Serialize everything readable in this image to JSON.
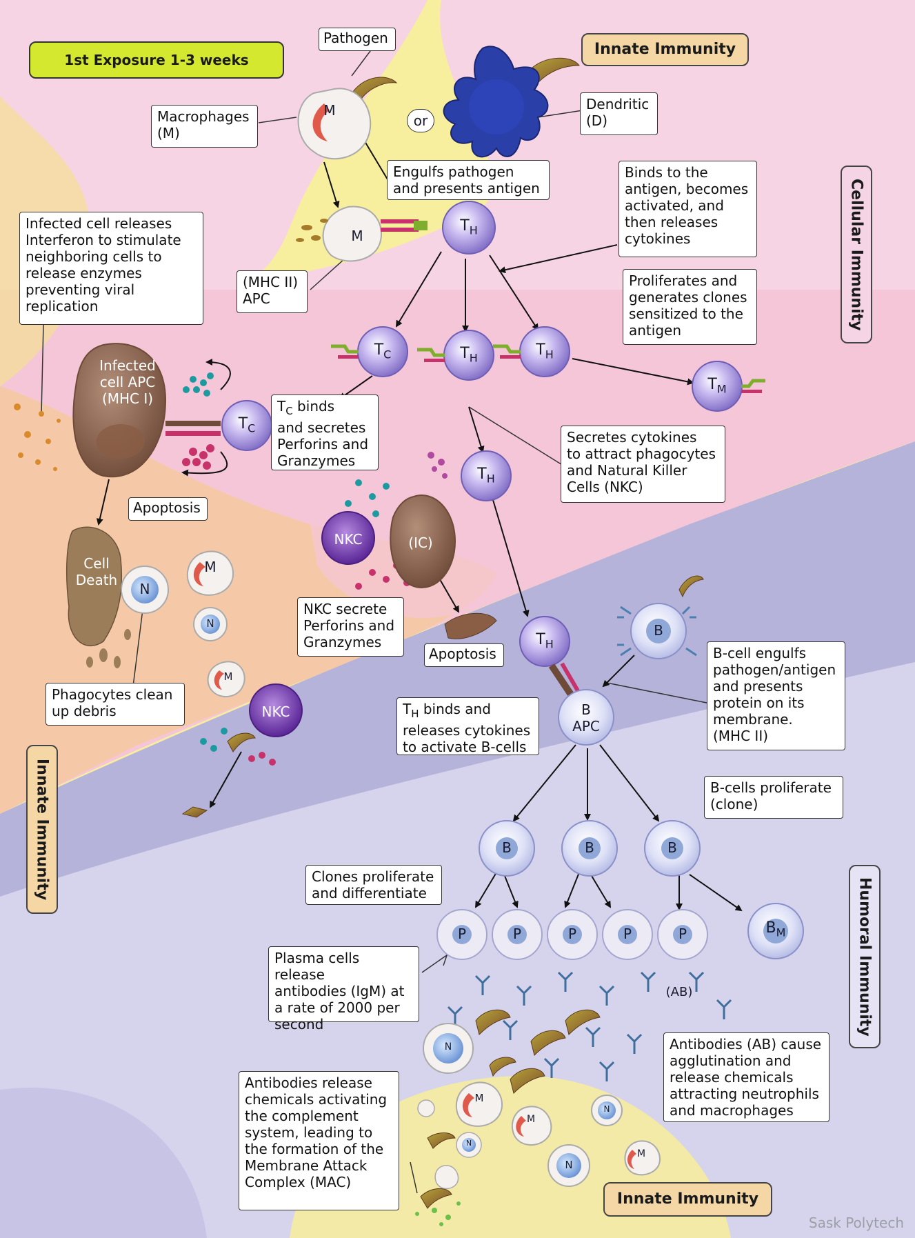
{
  "header": {
    "exposure_label": "1st Exposure 1-3 weeks"
  },
  "section_labels": {
    "innate_top": "Innate Immunity",
    "cellular": "Cellular Immunity",
    "innate_left": "Innate Immunity",
    "humoral": "Humoral Immunity",
    "innate_bottom": "Innate Immunity"
  },
  "callouts": {
    "pathogen": "Pathogen",
    "macrophages": "Macrophages\n(M)",
    "dendritic": "Dendritic\n(D)",
    "engulfs": "Engulfs pathogen\nand presents antigen",
    "mhc2_apc": "(MHC II)\nAPC",
    "interferon": "Infected cell releases\nInterferon to stimulate\nneighboring cells to\nrelease enzymes\npreventing viral\nreplication",
    "binds_antigen": "Binds to the\nantigen, becomes\nactivated, and\nthen releases\ncytokines",
    "proliferates": "Proliferates and\ngenerates clones\nsensitized to the\nantigen",
    "tc_binds_prefix": "T",
    "tc_binds_sub": "C",
    "tc_binds_rest": " binds\nand secretes\nPerforins and\nGranzymes",
    "apoptosis_1": "Apoptosis",
    "secretes_cytokines": "Secretes cytokines\nto attract phagocytes\nand Natural Killer\nCells (NKC)",
    "nkc_secrete": "NKC secrete\nPerforins and\nGranzymes",
    "apoptosis_2": "Apoptosis",
    "phagocytes": "Phagocytes clean\nup debris",
    "th_binds_prefix": "T",
    "th_binds_sub": "H",
    "th_binds_rest": " binds and\nreleases cytokines\nto activate B-cells",
    "bcell_engulfs": "B-cell engulfs\npathogen/antigen\nand presents\nprotein on its\nmembrane.\n(MHC II)",
    "bcells_proliferate": "B-cells proliferate\n(clone)",
    "clones_proliferate": "Clones proliferate\nand differentiate",
    "plasma_cells": "Plasma cells release\nantibodies (IgM) at\na rate of 2000 per\nsecond",
    "antibodies_agglutination": "Antibodies (AB) cause\nagglutination and\nrelease chemicals\nattracting neutrophils\nand macrophages",
    "antibodies_complement": "Antibodies release\nchemicals activating\nthe complement\nsystem, leading to\nthe formation of the\nMembrane Attack\nComplex (MAC)"
  },
  "cell_labels": {
    "macrophage": "M",
    "or": "or",
    "t_base": "T",
    "helper_sub": "H",
    "cytotoxic_sub": "C",
    "memory_sub": "M",
    "infected_cell": "Infected\ncell APC\n(MHC I)",
    "cell_death": "Cell\nDeath",
    "neutrophil": "N",
    "nkc": "NKC",
    "infected_cell_short": "(IC)",
    "b_cell": "B",
    "b_apc": "B\nAPC",
    "plasma": "P",
    "b_memory_base": "B",
    "b_memory_sub": "M",
    "antibody_label": "(AB)"
  },
  "credit": "Sask Polytech",
  "colors": {
    "pink_bg": "#f5c6d8",
    "yellow_bg": "#f7ee9e",
    "purple_bg": "#b6b3da",
    "lavender_bg": "#d6d3ec",
    "exposure_fill": "#d4e830",
    "label_fill": "#f5d7a6",
    "t_cell": "#b9a8e8",
    "b_cell": "#d9dcf5"
  }
}
